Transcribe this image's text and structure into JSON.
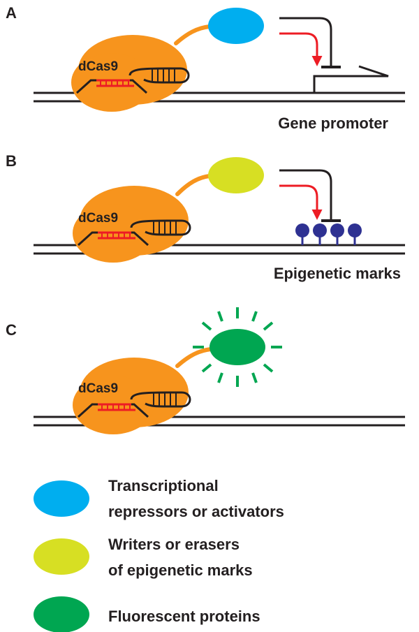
{
  "panels": [
    {
      "letter": "A",
      "target_label": "Gene promoter",
      "protein_name": "dCas9"
    },
    {
      "letter": "B",
      "target_label": "Epigenetic marks",
      "protein_name": "dCas9"
    },
    {
      "letter": "C",
      "target_label": "",
      "protein_name": "dCas9"
    }
  ],
  "legend": {
    "items": [
      {
        "line1": "Transcriptional",
        "line2": "repressors or activators",
        "color": "#00aeef"
      },
      {
        "line1": "Writers or erasers",
        "line2": "of epigenetic marks",
        "color": "#d7df23"
      },
      {
        "line1": "Fluorescent proteins",
        "line2": "",
        "color": "#00a651"
      }
    ]
  },
  "colors": {
    "dcas9": "#f7941d",
    "guide_rna": "#ed1c24",
    "dna": "#231f20",
    "activation_arrow": "#ed1c24",
    "repression_bar": "#231f20",
    "epigenetic_mark": "#2e3192"
  }
}
